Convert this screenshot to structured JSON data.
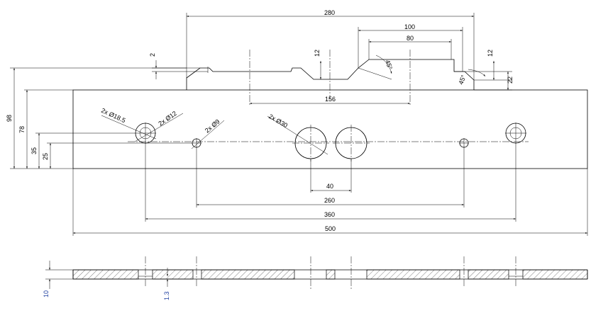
{
  "top_view": {
    "width_dimensions": {
      "overall_280": "280",
      "slot_100": "100",
      "slot_80": "80",
      "span_156": "156",
      "between_40": "40",
      "between_260": "260",
      "between_360": "360",
      "overall_500": "500"
    },
    "height_dimensions": {
      "step_2": "2",
      "step_12_left": "12",
      "step_12_right": "12",
      "step_22": "22",
      "height_98": "98",
      "height_78": "78",
      "height_35": "35",
      "height_25": "25"
    },
    "angle_labels": {
      "chamfer_45_top": "45°",
      "chamfer_45_right": "45°"
    },
    "hole_callouts": {
      "d18_5": "2x Ø18.5",
      "d12": "2x Ø12",
      "d9": "2x Ø9",
      "d30": "2x Ø30"
    }
  },
  "section_view": {
    "thickness_10": "10",
    "depth_1_3": "1.3"
  }
}
